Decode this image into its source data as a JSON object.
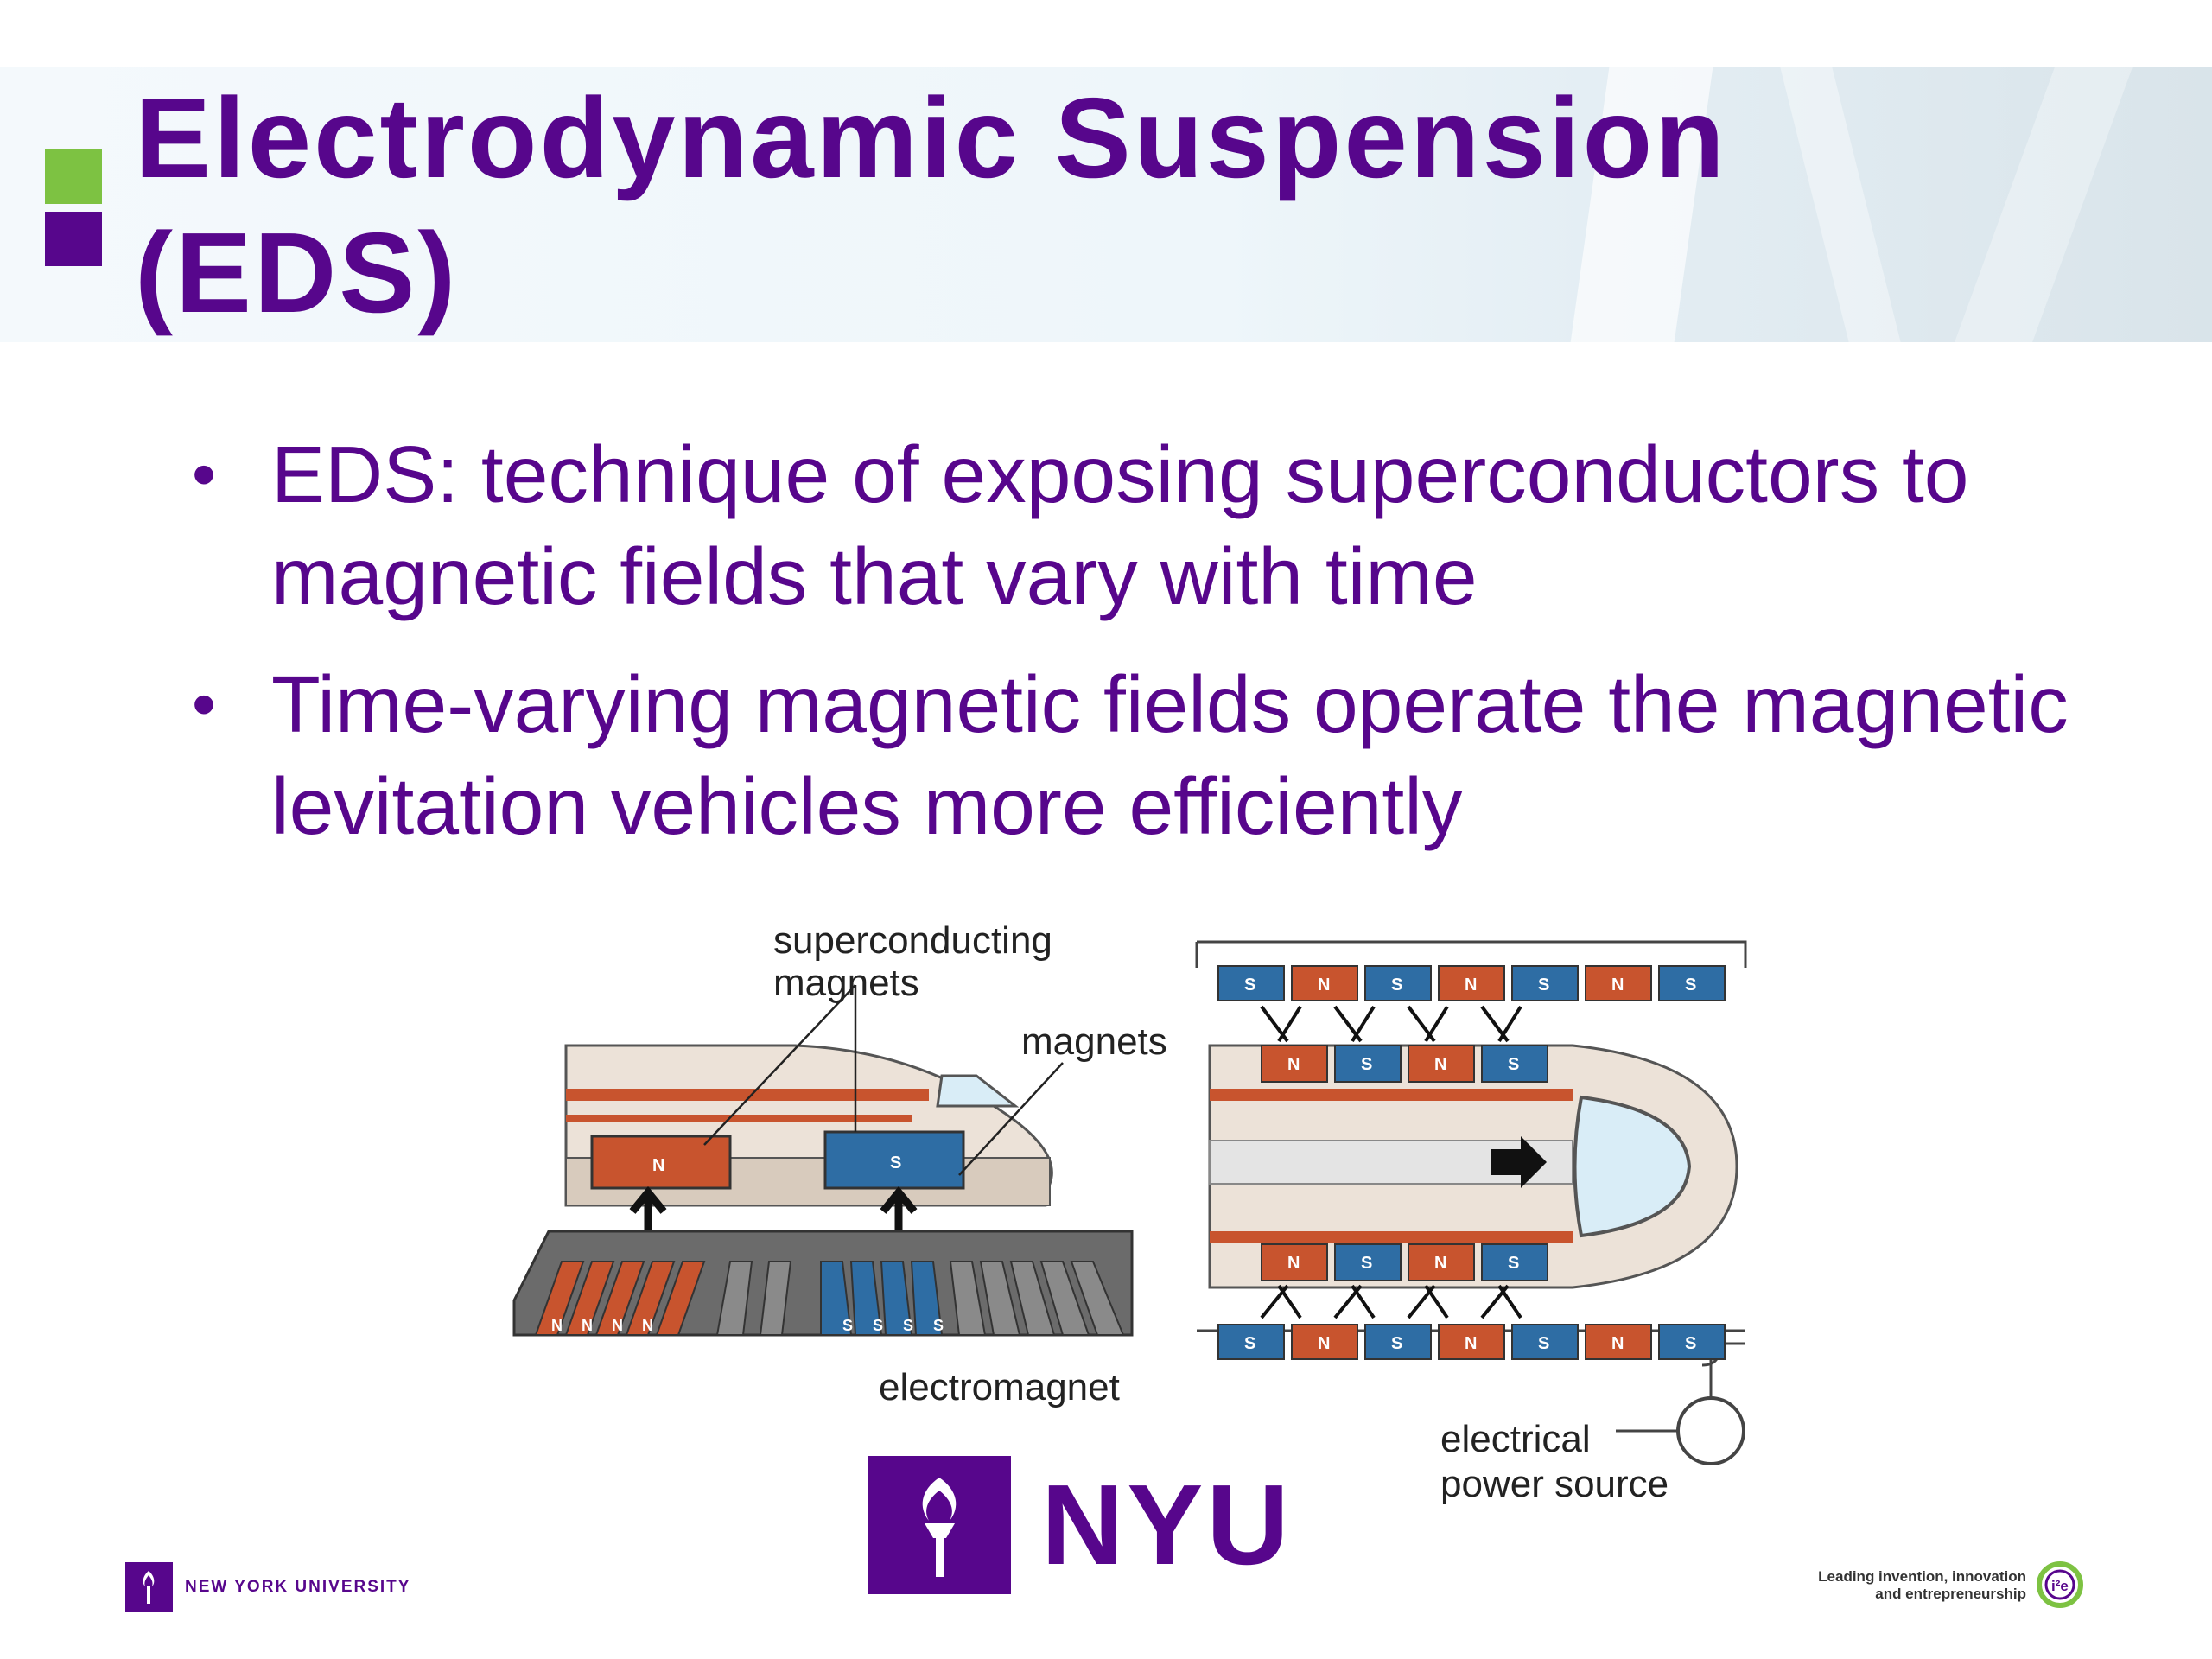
{
  "slide": {
    "title_line1": "Electrodynamic Suspension",
    "title_line2": "(EDS)",
    "bullets": [
      "EDS: technique of exposing superconductors to magnetic fields that vary with time",
      "Time-varying magnetic fields operate the magnetic levitation vehicles more efficiently"
    ]
  },
  "diagram": {
    "label_superconducting_magnets_1": "superconducting",
    "label_superconducting_magnets_2": "magnets",
    "label_magnets": "magnets",
    "label_electromagnet": "electromagnet",
    "label_power_1": "electrical",
    "label_power_2": "power source",
    "pole_n": "N",
    "pole_s": "S",
    "left_rail_poles": [
      "N",
      "N",
      "N",
      "N",
      "S",
      "S",
      "S",
      "S"
    ],
    "top_row_poles": [
      "S",
      "N",
      "S",
      "N",
      "S",
      "N",
      "S"
    ],
    "upper_vehicle_poles": [
      "N",
      "S",
      "N",
      "S"
    ],
    "lower_vehicle_poles": [
      "N",
      "S",
      "N",
      "S"
    ],
    "bottom_row_poles": [
      "S",
      "N",
      "S",
      "N",
      "S",
      "N",
      "S"
    ]
  },
  "footer": {
    "logo_text": "NYU",
    "university_text": "NEW YORK UNIVERSITY",
    "tagline_1": "Leading invention, innovation",
    "tagline_2": "and entrepreneurship",
    "tagline_icon_text": "i²e"
  },
  "colors": {
    "purple": "#57068c",
    "green": "#7dc242",
    "magnet_red": "#c8542e",
    "magnet_blue": "#2e6da4"
  }
}
